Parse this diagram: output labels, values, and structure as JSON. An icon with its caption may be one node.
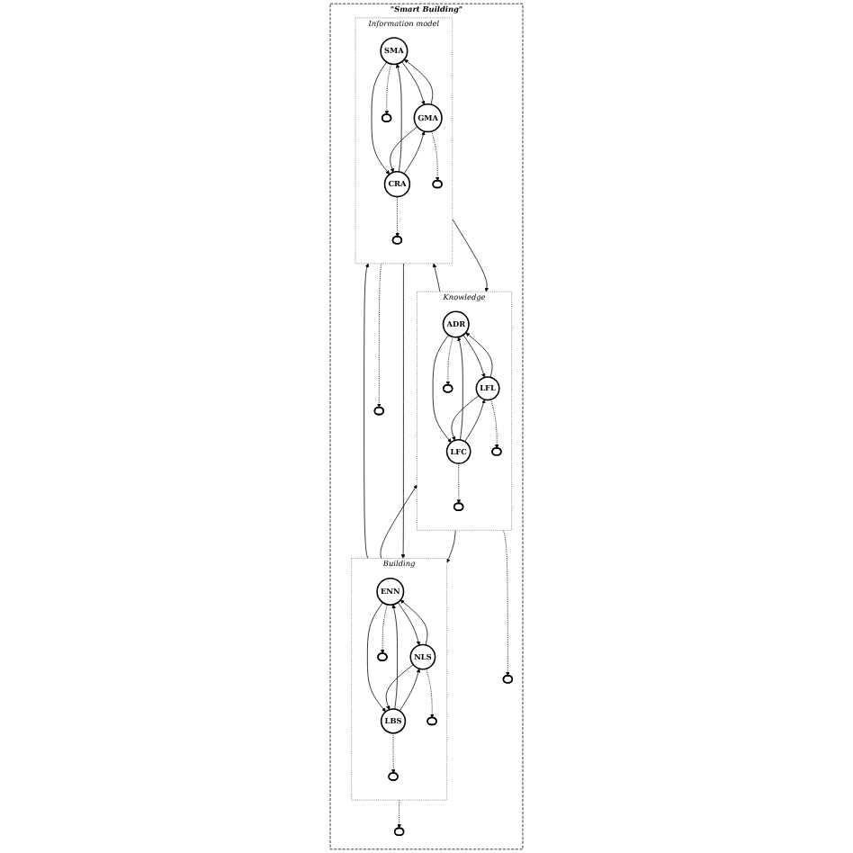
{
  "diagram": {
    "nodes": [
      {
        "text": [
          "\"Smart Building\""
        ]
      },
      {
        "text": [
          "Knowledge"
        ],
        "in": 0
      },
      {
        "text": [
          "ADR"
        ],
        "in": 1
      },
      {
        "text": [
          "LFL"
        ],
        "in": 1
      },
      {
        "text": [
          "LFC"
        ],
        "in": 1
      },
      {
        "text": [],
        "shape": "ellipse",
        "in": 1
      },
      {
        "text": [],
        "shape": "ellipse",
        "in": 1
      },
      {
        "text": [],
        "shape": "ellipse",
        "in": 1
      },
      {
        "text": [],
        "shape": "ellipse",
        "in": 0
      },
      {
        "text": [],
        "shape": "ellipse",
        "in": 0
      },
      {
        "text": [],
        "shape": "ellipse",
        "in": 0
      },
      {
        "text": [
          "Building"
        ],
        "in": 0
      },
      {
        "text": [
          "ENN"
        ],
        "in": 11
      },
      {
        "text": [
          "NLS"
        ],
        "in": 11
      },
      {
        "text": [
          "LBS"
        ],
        "in": 11
      },
      {
        "text": [],
        "shape": "ellipse",
        "in": 11
      },
      {
        "text": [],
        "shape": "ellipse",
        "in": 11
      },
      {
        "text": [],
        "shape": "ellipse",
        "in": 11
      },
      {
        "text": [
          "Information model"
        ],
        "in": 0
      },
      {
        "text": [
          "SMA"
        ],
        "in": 18
      },
      {
        "text": [
          "GMA"
        ],
        "in": 18
      },
      {
        "text": [
          "CRA"
        ],
        "in": 18
      },
      {
        "text": [],
        "shape": "ellipse",
        "in": 18
      },
      {
        "text": [],
        "shape": "ellipse",
        "in": 18
      },
      {
        "text": [],
        "shape": "ellipse",
        "in": 18
      }
    ],
    "edges": [
      {
        "from": 2,
        "to": 3,
        "arrow": "to"
      },
      {
        "from": 3,
        "to": 2,
        "arrow": "to"
      },
      {
        "from": 2,
        "to": 4,
        "arrow": "to"
      },
      {
        "from": 4,
        "to": 2,
        "arrow": "to"
      },
      {
        "from": 4,
        "to": 3,
        "arrow": "to"
      },
      {
        "from": 3,
        "to": 4,
        "arrow": "to"
      },
      {
        "from": 2,
        "to": 7,
        "arrow": "to",
        "style": "dashed"
      },
      {
        "from": 3,
        "to": 6,
        "arrow": "to",
        "style": "dashed"
      },
      {
        "from": 4,
        "to": 5,
        "arrow": "to",
        "style": "dashed"
      },
      {
        "from": 1,
        "to": 11,
        "arrow": "to"
      },
      {
        "from": 11,
        "to": 1,
        "arrow": "to"
      },
      {
        "from": 1,
        "to": 18,
        "arrow": "to"
      },
      {
        "from": 18,
        "to": 1,
        "arrow": "to"
      },
      {
        "from": 18,
        "to": 11,
        "arrow": "to"
      },
      {
        "from": 11,
        "to": 18,
        "arrow": "to"
      },
      {
        "from": 1,
        "to": 10,
        "arrow": "to",
        "style": "dashed"
      },
      {
        "from": 11,
        "to": 9,
        "arrow": "to",
        "style": "dashed"
      },
      {
        "from": 18,
        "to": 8,
        "arrow": "to",
        "style": "dashed"
      },
      {
        "from": 12,
        "to": 13,
        "arrow": "to"
      },
      {
        "from": 13,
        "to": 12,
        "arrow": "to"
      },
      {
        "from": 12,
        "to": 14,
        "arrow": "to"
      },
      {
        "from": 14,
        "to": 12,
        "arrow": "to"
      },
      {
        "from": 14,
        "to": 13,
        "arrow": "to"
      },
      {
        "from": 13,
        "to": 14,
        "arrow": "to"
      },
      {
        "from": 12,
        "to": 17,
        "arrow": "to",
        "style": "dashed"
      },
      {
        "from": 13,
        "to": 16,
        "arrow": "to",
        "style": "dashed"
      },
      {
        "from": 14,
        "to": 15,
        "arrow": "to",
        "style": "dashed"
      },
      {
        "from": 19,
        "to": 20,
        "arrow": "to"
      },
      {
        "from": 20,
        "to": 19,
        "arrow": "to"
      },
      {
        "from": 19,
        "to": 21,
        "arrow": "to"
      },
      {
        "from": 21,
        "to": 19,
        "arrow": "to"
      },
      {
        "from": 21,
        "to": 20,
        "arrow": "to"
      },
      {
        "from": 20,
        "to": 21,
        "arrow": "to"
      },
      {
        "from": 19,
        "to": 24,
        "arrow": "to",
        "style": "dashed"
      },
      {
        "from": 20,
        "to": 23,
        "arrow": "to",
        "style": "dashed"
      },
      {
        "from": 21,
        "to": 22,
        "arrow": "to",
        "style": "dashed"
      }
    ]
  }
}
